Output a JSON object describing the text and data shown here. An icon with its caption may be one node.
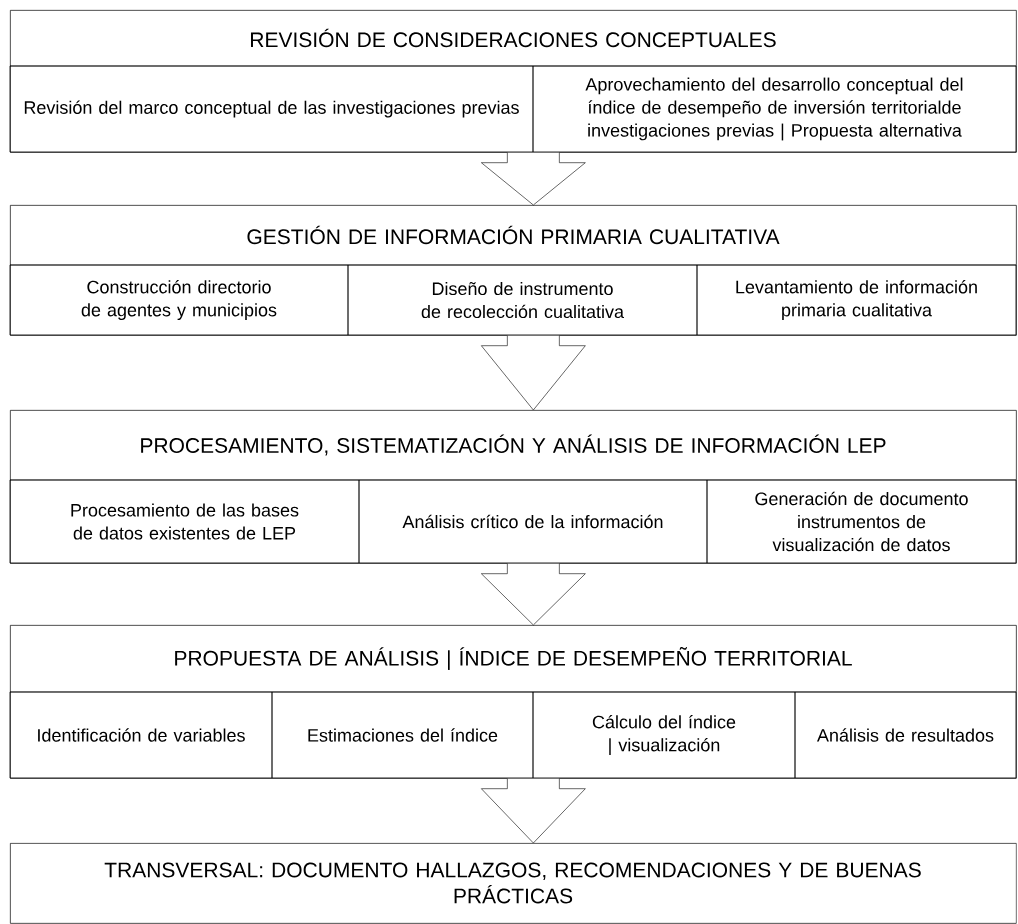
{
  "diagram": {
    "nodes": [
      {
        "text": [
          "REVISIÓN DE CONSIDERACIONES CONCEPTUALES"
        ]
      },
      {
        "text": [
          "Revisión del marco conceptual de las investigaciones previas"
        ],
        "in": 0
      },
      {
        "text": [
          "Aprovechamiento del desarrollo conceptual del índice de desempeño de inversión territorialde investigaciones previas | Propuesta alternativa"
        ],
        "in": 0
      },
      {
        "text": [
          "GESTIÓN DE INFORMACIÓN PRIMARIA CUALITATIVA"
        ]
      },
      {
        "text": [
          "Construcción directorio de agentes y municipios"
        ],
        "in": 3
      },
      {
        "text": [
          "Diseño de instrumento de recolección cualitativa"
        ],
        "in": 3
      },
      {
        "text": [
          "Levantamiento de información primaria cualitativa"
        ],
        "in": 3
      },
      {
        "text": [
          "PROCESAMIENTO, SISTEMATIZACIÓN Y ANÁLISIS DE INFORMACIÓN LEP"
        ]
      },
      {
        "text": [
          "Procesamiento de las bases de datos existentes de LEP"
        ],
        "in": 7
      },
      {
        "text": [
          "Análisis crítico  de la información"
        ],
        "in": 7
      },
      {
        "text": [
          "Generación de documento instrumentos de visualización de datos"
        ],
        "in": 7
      },
      {
        "text": [
          "PROPUESTA DE ANÁLISIS | ÍNDICE DE DESEMPEÑO TERRITORIAL"
        ]
      },
      {
        "text": [
          "Identificación de variables"
        ],
        "in": 11
      },
      {
        "text": [
          "Estimaciones del índice"
        ],
        "in": 11
      },
      {
        "text": [
          "Cálculo del índice | visualización"
        ],
        "in": 11
      },
      {
        "text": [
          "Análisis de resultados"
        ],
        "in": 11
      },
      {
        "text": [
          "TRANSVERSAL: DOCUMENTO HALLAZGOS, RECOMENDACIONES Y DE BUENAS PRÁCTICAS"
        ]
      }
    ],
    "edges": [
      {
        "from": 0,
        "to": 3,
        "arrow": "to"
      },
      {
        "from": 3,
        "to": 7,
        "arrow": "to"
      },
      {
        "from": 7,
        "to": 11,
        "arrow": "to"
      },
      {
        "from": 11,
        "to": 16,
        "arrow": "to"
      }
    ]
  }
}
